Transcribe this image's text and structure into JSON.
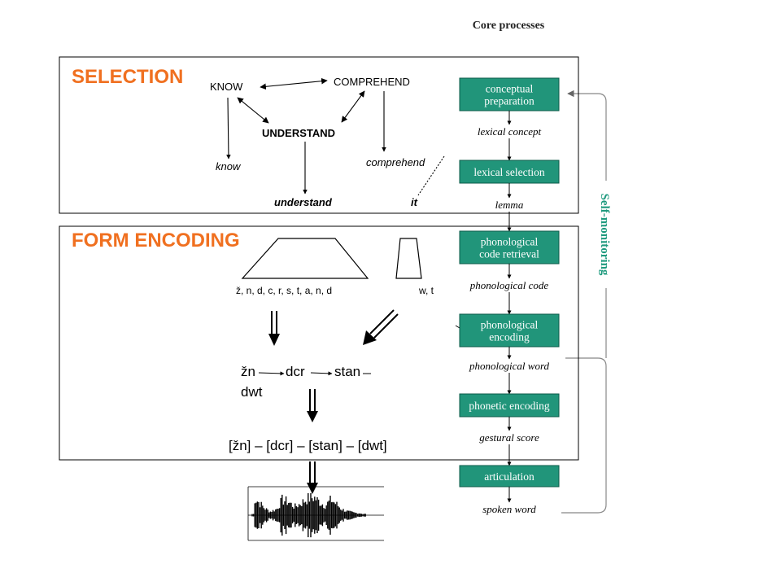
{
  "core_title": "Core processes",
  "selection": {
    "title": "SELECTION",
    "nodes": {
      "know_upper": "KNOW",
      "comprehend_upper": "COMPREHEND",
      "understand_upper": "UNDERSTAND",
      "know_lower": "know",
      "comprehend_lower": "comprehend",
      "understand_lower": "understand",
      "it": "it"
    }
  },
  "form_encoding": {
    "title": "FORM ENCODING",
    "segments_left": "ž, n, d, c, r, s, t, a, n, d",
    "segments_right": "w, t",
    "syllables": [
      "žn",
      "dcr",
      "stan"
    ],
    "syllable_extra": "dwt",
    "result": "[žn] – [dcr] – [stan] – [dwt]"
  },
  "pipeline": {
    "boxes": [
      "conceptual preparation",
      "lexical selection",
      "phonological code retrieval",
      "phonological encoding",
      "phonetic encoding",
      "articulation"
    ],
    "box_lines": [
      [
        "conceptual",
        "preparation"
      ],
      [
        "lexical selection"
      ],
      [
        "phonological",
        "code retrieval"
      ],
      [
        "phonological",
        "encoding"
      ],
      [
        "phonetic encoding"
      ],
      [
        "articulation"
      ]
    ],
    "outputs": [
      "lexical concept",
      "lemma",
      "phonological code",
      "phonological word",
      "gestural score",
      "spoken word"
    ],
    "self_monitoring": "Self-monitoring"
  },
  "colors": {
    "accent_orange": "#f07020",
    "box_teal": "#21957a",
    "monitor_teal": "#1e9a7e",
    "line_gray": "#888888"
  }
}
